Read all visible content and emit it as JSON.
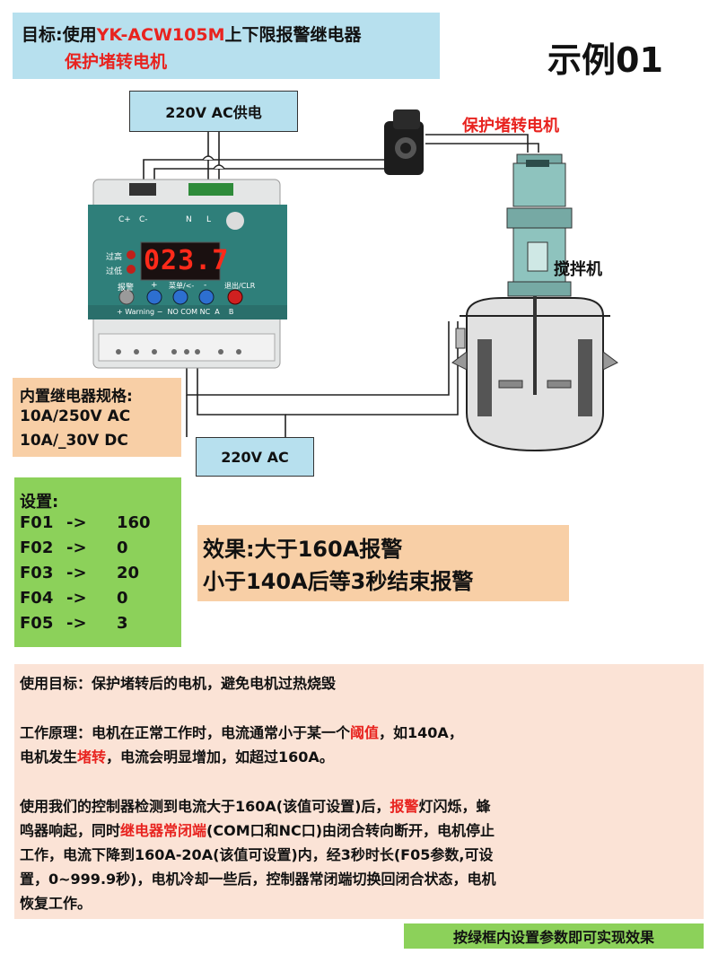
{
  "title": {
    "line1_prefix": "目标:使用",
    "line1_model": "YK-ACW105M",
    "line1_suffix": "上下限报警继电器",
    "line2": "保护堵转电机"
  },
  "example_label": "示例01",
  "power_supply": "220V AC供电",
  "ac_output": "220V AC",
  "motor_label": "保护堵转电机",
  "mixer_label": "搅拌机",
  "device": {
    "display": "023.7",
    "c_plus": "C+",
    "c_minus": "C-",
    "n": "N",
    "l": "L",
    "over_high": "过高",
    "over_low": "过低",
    "alarm": "报警",
    "menu": "菜单/<-",
    "exit": "退出/CLR",
    "plus": "+",
    "minus": "-",
    "bottom_terms": "+ Warning −  NO COM NC  A    B"
  },
  "relay_spec": {
    "heading": "内置继电器规格:",
    "line1": "10A/250V AC",
    "line2": "10A/_30V DC"
  },
  "settings": {
    "heading": "设置:",
    "rows": [
      {
        "param": "F01",
        "arrow": "->",
        "value": "160"
      },
      {
        "param": "F02",
        "arrow": "->",
        "value": "0"
      },
      {
        "param": "F03",
        "arrow": "->",
        "value": "20"
      },
      {
        "param": "F04",
        "arrow": "->",
        "value": "0"
      },
      {
        "param": "F05",
        "arrow": "->",
        "value": "3"
      }
    ]
  },
  "effect": {
    "line1": "效果:大于160A报警",
    "line2": "小于140A后等3秒结束报警"
  },
  "description": {
    "goal": "使用目标：保护堵转后的电机，避免电机过热烧毁",
    "principle_a1": "工作原理：电机在正常工作时，电流通常小于某一个",
    "principle_a_red": "阈值",
    "principle_a2": "，如140A，",
    "principle_b1": "电机发生",
    "principle_b_red": "堵转",
    "principle_b2": "，电流会明显增加，如超过160A。",
    "p3_l1a": "使用我们的控制器检测到电流大于160A(该值可设置)后，",
    "p3_l1_red": "报警",
    "p3_l1b": "灯闪烁，蜂",
    "p3_l2a": "鸣器响起，同时",
    "p3_l2_red": "继电器常闭端",
    "p3_l2b": "(COM口和NC口)由闭合转向断开，电机停止",
    "p3_l3": "工作，电流下降到160A-20A(该值可设置)内，经3秒时长(F05参数,可设",
    "p3_l4": "置，0~999.9秒)，电机冷却一些后，控制器常闭端切换回闭合状态，电机",
    "p3_l5": "恢复工作。"
  },
  "footer": "按绿框内设置参数即可实现效果",
  "colors": {
    "light_blue": "#b7e0ee",
    "peach": "#f8cfa6",
    "green": "#8cd15a",
    "pink": "#fbe3d6",
    "red": "#e8231f",
    "device_teal": "#2f7f7a",
    "led_red": "#ff2a1a"
  }
}
